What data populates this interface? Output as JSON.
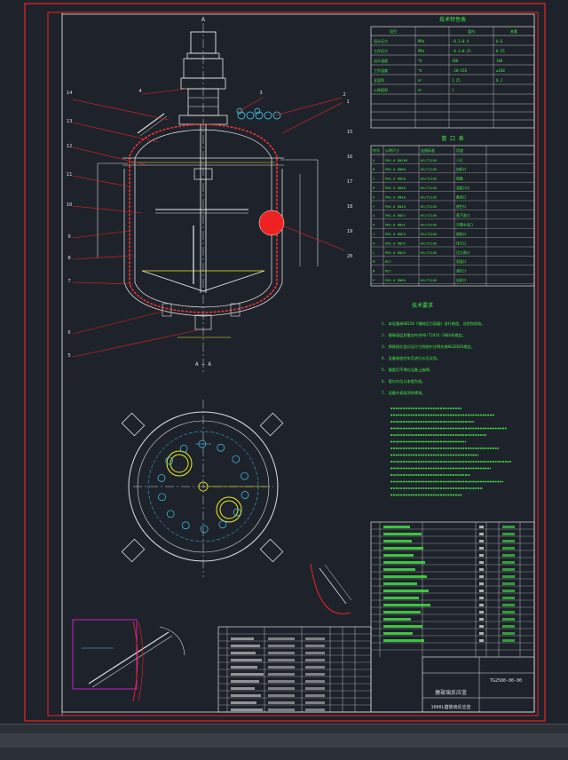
{
  "drawing": {
    "section_mark": "A",
    "section_view_label": "A  —  A",
    "table_tech_spec_title": "技术特性表",
    "table_nozzle_title": "管  口  表",
    "tech_requirements_title": "技术要求",
    "drawing_number": "TG2500-00-00",
    "drawing_title": "搪玻璃反应釜",
    "vessel_caption": "1000L搪玻璃反应釜",
    "tech_spec_headers": [
      "项目",
      "釜内",
      "夹套"
    ],
    "tech_spec_rows": [
      [
        "设计压力",
        "MPa",
        "-0.1~0.4",
        "0.6"
      ],
      [
        "工作压力",
        "MPa",
        "-0.1~0.25",
        "0.55"
      ],
      [
        "设计温度",
        "℃",
        "180",
        "180"
      ],
      [
        "工作温度",
        "℃",
        "-20~150",
        "≤160"
      ],
      [
        "全容积",
        "m³",
        "1.25",
        "0.2"
      ],
      [
        "公称容积",
        "m³",
        "1",
        ""
      ]
    ],
    "nozzle_headers": [
      "符号",
      "公称尺寸",
      "连接标准",
      "用途"
    ],
    "nozzle_rows": [
      [
        "A",
        "PN1.0 DN100",
        "HG/T2105",
        "人孔"
      ],
      [
        "B",
        "PN1.0 DN80",
        "HG/T2105",
        "加料口"
      ],
      [
        "C",
        "PN1.0 DN50",
        "HG/T2105",
        "视镜"
      ],
      [
        "D",
        "PN1.0 DN50",
        "HG/T2105",
        "温度计口"
      ],
      [
        "E",
        "PN1.0 DN40",
        "HG/T2105",
        "备用口"
      ],
      [
        "F",
        "PN1.0 DN40",
        "HG/T2105",
        "放空口"
      ],
      [
        "G",
        "PN1.0 DN32",
        "HG/T2105",
        "蒸汽进口"
      ],
      [
        "H",
        "PN1.0 DN32",
        "HG/T2105",
        "冷凝水出口"
      ],
      [
        "J",
        "PN1.0 DN25",
        "HG/T2105",
        "放料口"
      ],
      [
        "K",
        "PN1.0 DN25",
        "HG/T2105",
        "排污口"
      ],
      [
        "L",
        "PN1.0 DN25",
        "HG/T2105",
        "压力表口"
      ],
      [
        "M",
        "M27",
        "",
        "测温口"
      ],
      [
        "N",
        "M27",
        "",
        "液位计"
      ],
      [
        "P",
        "PN1.0 DN80",
        "HG/T2105",
        "出料口"
      ]
    ],
    "tech_requirements_lines": [
      "1. 本设备按GB150《钢制压力容器》进行制造、试验和验收。",
      "2. 搪玻璃层质量应符合HG/T2432-2001的规定。",
      "3. 焊接接头型式及尺寸除图中注明外按HG20583规定。",
      "4. 设备制造完毕后进行水压试验。",
      "5. 搪瓷后不得在设备上施焊。",
      "6. 管口方位以本图为准。",
      "7. 设备外表面涂防锈漆。"
    ],
    "balloon_labels": [
      "14",
      "13",
      "12",
      "11",
      "10",
      "9",
      "8",
      "7",
      "6",
      "5",
      "4",
      "3",
      "2",
      "1",
      "15",
      "16",
      "17",
      "18",
      "19",
      "20"
    ]
  }
}
